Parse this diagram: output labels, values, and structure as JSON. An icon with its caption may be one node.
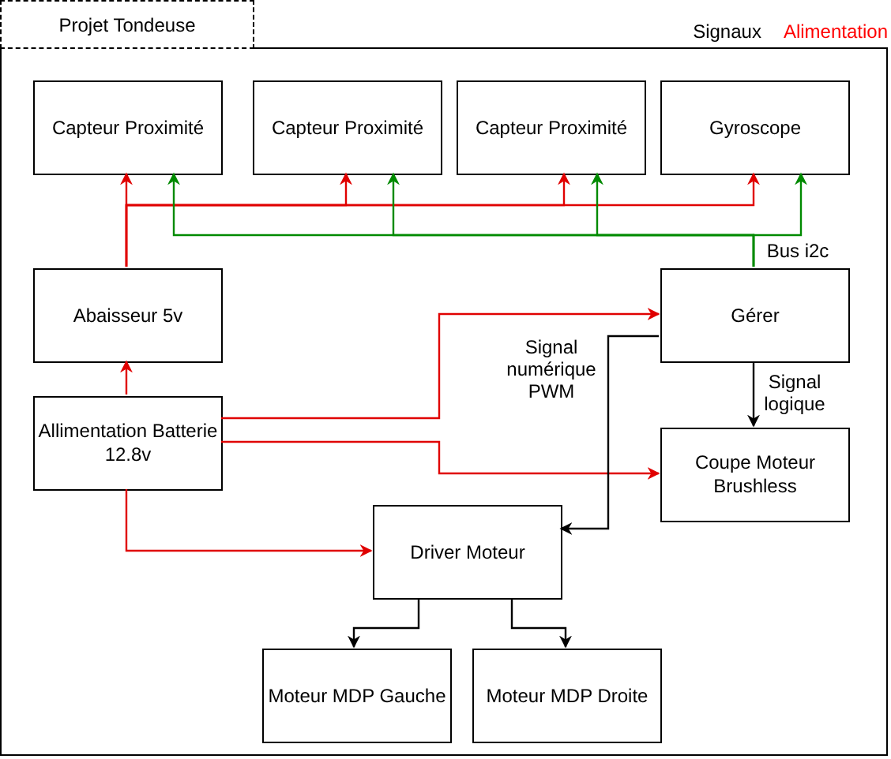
{
  "diagram": {
    "nodes": [
      {
        "text": [
          "Projet Tondeuse"
        ]
      },
      {
        "text": [
          "Capteur Proximité"
        ],
        "in": 0
      },
      {
        "text": [
          "Capteur Proximité"
        ],
        "in": 0
      },
      {
        "text": [
          "Capteur Proximité"
        ],
        "in": 0
      },
      {
        "text": [
          "Gyroscope"
        ],
        "in": 0
      },
      {
        "text": [
          "Abaisseur 5v"
        ],
        "in": 0
      },
      {
        "text": [
          "Gérer"
        ],
        "in": 0
      },
      {
        "text": [
          "Allimentation Batterie 12.8v"
        ],
        "in": 0
      },
      {
        "text": [
          "Coupe Moteur Brushless"
        ],
        "in": 0
      },
      {
        "text": [
          "Driver Moteur"
        ],
        "in": 0
      },
      {
        "text": [
          "Moteur MDP Gauche"
        ],
        "in": 0
      },
      {
        "text": [
          "Moteur MDP Droite"
        ],
        "in": 0
      }
    ],
    "edges": [
      {
        "from": 7,
        "to": 5,
        "arrow": "to",
        "color": "#e00000"
      },
      {
        "from": 5,
        "to": 1,
        "arrow": "to",
        "color": "#e00000"
      },
      {
        "from": 5,
        "to": 2,
        "arrow": "to",
        "color": "#e00000"
      },
      {
        "from": 5,
        "to": 3,
        "arrow": "to",
        "color": "#e00000"
      },
      {
        "from": 5,
        "to": 4,
        "arrow": "to",
        "color": "#e00000"
      },
      {
        "from": 6,
        "to": 1,
        "arrow": "to",
        "color": "#008a00"
      },
      {
        "from": 6,
        "to": 2,
        "arrow": "to",
        "color": "#008a00"
      },
      {
        "from": 6,
        "to": 3,
        "arrow": "to",
        "color": "#008a00"
      },
      {
        "from": 6,
        "to": 4,
        "arrow": "to",
        "color": "#008a00",
        "label": "Bus i2c"
      },
      {
        "from": 7,
        "to": 6,
        "arrow": "to",
        "color": "#e00000"
      },
      {
        "from": 7,
        "to": 8,
        "arrow": "to",
        "color": "#e00000"
      },
      {
        "from": 7,
        "to": 9,
        "arrow": "to",
        "color": "#e00000"
      },
      {
        "from": 6,
        "to": 9,
        "arrow": "to",
        "label": "Signal numérique PWM",
        "color": "#000000"
      },
      {
        "from": 6,
        "to": 8,
        "arrow": "to",
        "label": "Signal logique",
        "color": "#000000"
      },
      {
        "from": 9,
        "to": 10,
        "arrow": "to",
        "color": "#000000"
      },
      {
        "from": 9,
        "to": 11,
        "arrow": "to",
        "color": "#000000"
      }
    ],
    "legend": [
      {
        "text": "Signaux",
        "color": "#000000"
      },
      {
        "text": "Alimentation",
        "color": "#ff0000"
      }
    ]
  }
}
